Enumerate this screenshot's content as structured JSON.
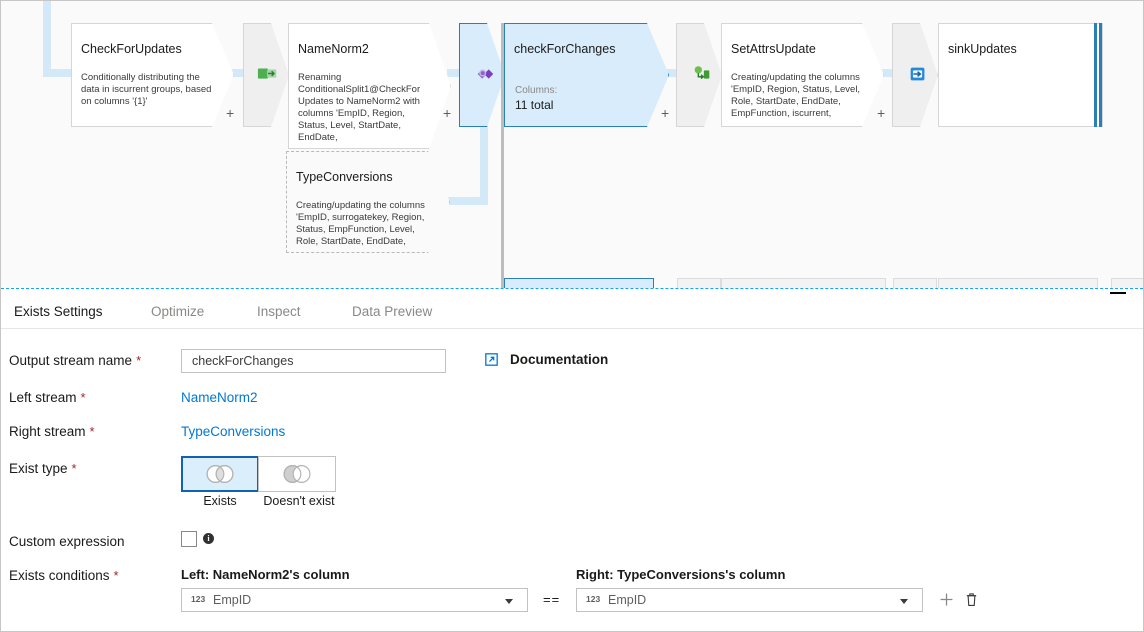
{
  "canvas": {
    "nodes": [
      {
        "id": "check-for-updates",
        "title": "CheckForUpdates",
        "desc": "Conditionally distributing the data in iscurrent groups, based on columns '{1}'",
        "selected": false,
        "dashed": false
      },
      {
        "id": "name-norm2",
        "title": "NameNorm2",
        "desc": "Renaming ConditionalSplit1@CheckForUpdates to NameNorm2 with columns 'EmpID, Region, Status, Level, StartDate, EndDate,",
        "selected": false,
        "dashed": false
      },
      {
        "id": "check-for-changes",
        "title": "checkForChanges",
        "sub_label": "Columns:",
        "sub_value": "11 total",
        "selected": true,
        "dashed": false
      },
      {
        "id": "set-attrs-update",
        "title": "SetAttrsUpdate",
        "desc": "Creating/updating the columns 'EmpID, Region, Status, Level, Role, StartDate, EndDate, EmpFunction, iscurrent,",
        "selected": false,
        "dashed": false
      },
      {
        "id": "sink-updates",
        "title": "sinkUpdates",
        "desc": "",
        "selected": false,
        "dashed": false
      },
      {
        "id": "type-conversions",
        "title": "TypeConversions",
        "desc": "Creating/updating the columns 'EmpID, surrogatekey, Region, Status, EmpFunction, Level, Role, StartDate, EndDate,",
        "selected": false,
        "dashed": true
      }
    ],
    "connector_icons": [
      {
        "id": "derived-column-icon",
        "name": "derived-column-icon"
      },
      {
        "id": "exists-icon",
        "name": "exists-join-icon"
      },
      {
        "id": "alter-row-icon",
        "name": "alter-row-icon"
      },
      {
        "id": "sink-icon",
        "name": "sink-icon"
      }
    ],
    "add_button_label": "+"
  },
  "panel": {
    "tabs": [
      {
        "label": "Exists Settings",
        "active": true
      },
      {
        "label": "Optimize",
        "active": false
      },
      {
        "label": "Inspect",
        "active": false
      },
      {
        "label": "Data Preview",
        "active": false
      }
    ],
    "documentation_label": "Documentation",
    "fields": {
      "output_stream_name": {
        "label": "Output stream name",
        "required": "*",
        "value": "checkForChanges",
        "placeholder": "Output stream name"
      },
      "left_stream": {
        "label": "Left stream",
        "required": "*",
        "value": "NameNorm2"
      },
      "right_stream": {
        "label": "Right stream",
        "required": "*",
        "value": "TypeConversions"
      },
      "exist_type": {
        "label": "Exist type",
        "required": "*",
        "options": [
          {
            "caption": "Exists",
            "selected": true
          },
          {
            "caption": "Doesn't exist",
            "selected": false
          }
        ]
      },
      "custom_expression": {
        "label": "Custom expression",
        "checked": false
      },
      "exists_conditions": {
        "label": "Exists conditions",
        "required": "*",
        "left_header": "Left: NameNorm2's column",
        "right_header": "Right: TypeConversions's column",
        "operator": "==",
        "rows": [
          {
            "left_type": "123",
            "left_value": "EmpID",
            "right_type": "123",
            "right_value": "EmpID"
          }
        ],
        "add_label": "+",
        "delete_label": "delete"
      }
    }
  },
  "colors": {
    "accent": "#0078d4",
    "selected_node_bg": "#d9ecfb",
    "selected_node_border": "#2a7fb5",
    "required_red": "#a4262c",
    "connector": "#d3e9f7",
    "splitter": "#1aa3e8"
  }
}
